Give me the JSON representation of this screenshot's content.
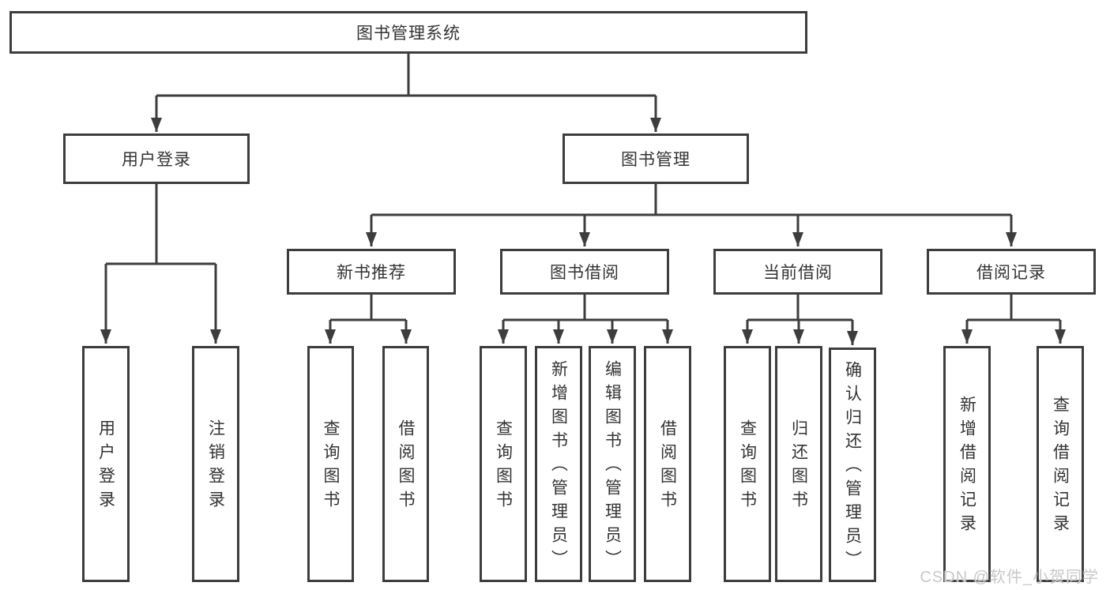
{
  "diagram": {
    "root": {
      "label": "图书管理系统"
    },
    "level2": [
      {
        "id": "user-login",
        "label": "用户登录"
      },
      {
        "id": "book-management",
        "label": "图书管理"
      }
    ],
    "level3": [
      {
        "id": "new-book-recommend",
        "parent": "book-management",
        "label": "新书推荐"
      },
      {
        "id": "book-borrow",
        "parent": "book-management",
        "label": "图书借阅"
      },
      {
        "id": "current-borrow",
        "parent": "book-management",
        "label": "当前借阅"
      },
      {
        "id": "borrow-record",
        "parent": "book-management",
        "label": "借阅记录"
      }
    ],
    "leaves": [
      {
        "parent": "user-login",
        "label": "用户登录"
      },
      {
        "parent": "user-login",
        "label": "注销登录"
      },
      {
        "parent": "new-book-recommend",
        "label": "查询图书"
      },
      {
        "parent": "new-book-recommend",
        "label": "借阅图书"
      },
      {
        "parent": "book-borrow",
        "label": "查询图书"
      },
      {
        "parent": "book-borrow",
        "label": "新增图书（管理员）"
      },
      {
        "parent": "book-borrow",
        "label": "编辑图书（管理员）"
      },
      {
        "parent": "book-borrow",
        "label": "借阅图书"
      },
      {
        "parent": "current-borrow",
        "label": "查询图书"
      },
      {
        "parent": "current-borrow",
        "label": "归还图书"
      },
      {
        "parent": "current-borrow",
        "label": "确认归还（管理员）"
      },
      {
        "parent": "borrow-record",
        "label": "新增借阅记录"
      },
      {
        "parent": "borrow-record",
        "label": "查询借阅记录"
      }
    ],
    "watermark": "CSDN @软件_小贺同学",
    "colors": {
      "line": "#3d3d3f",
      "box_border": "#3d3d3f",
      "text": "#333333",
      "watermark": "#c8c8c8",
      "background": "#ffffff"
    }
  }
}
